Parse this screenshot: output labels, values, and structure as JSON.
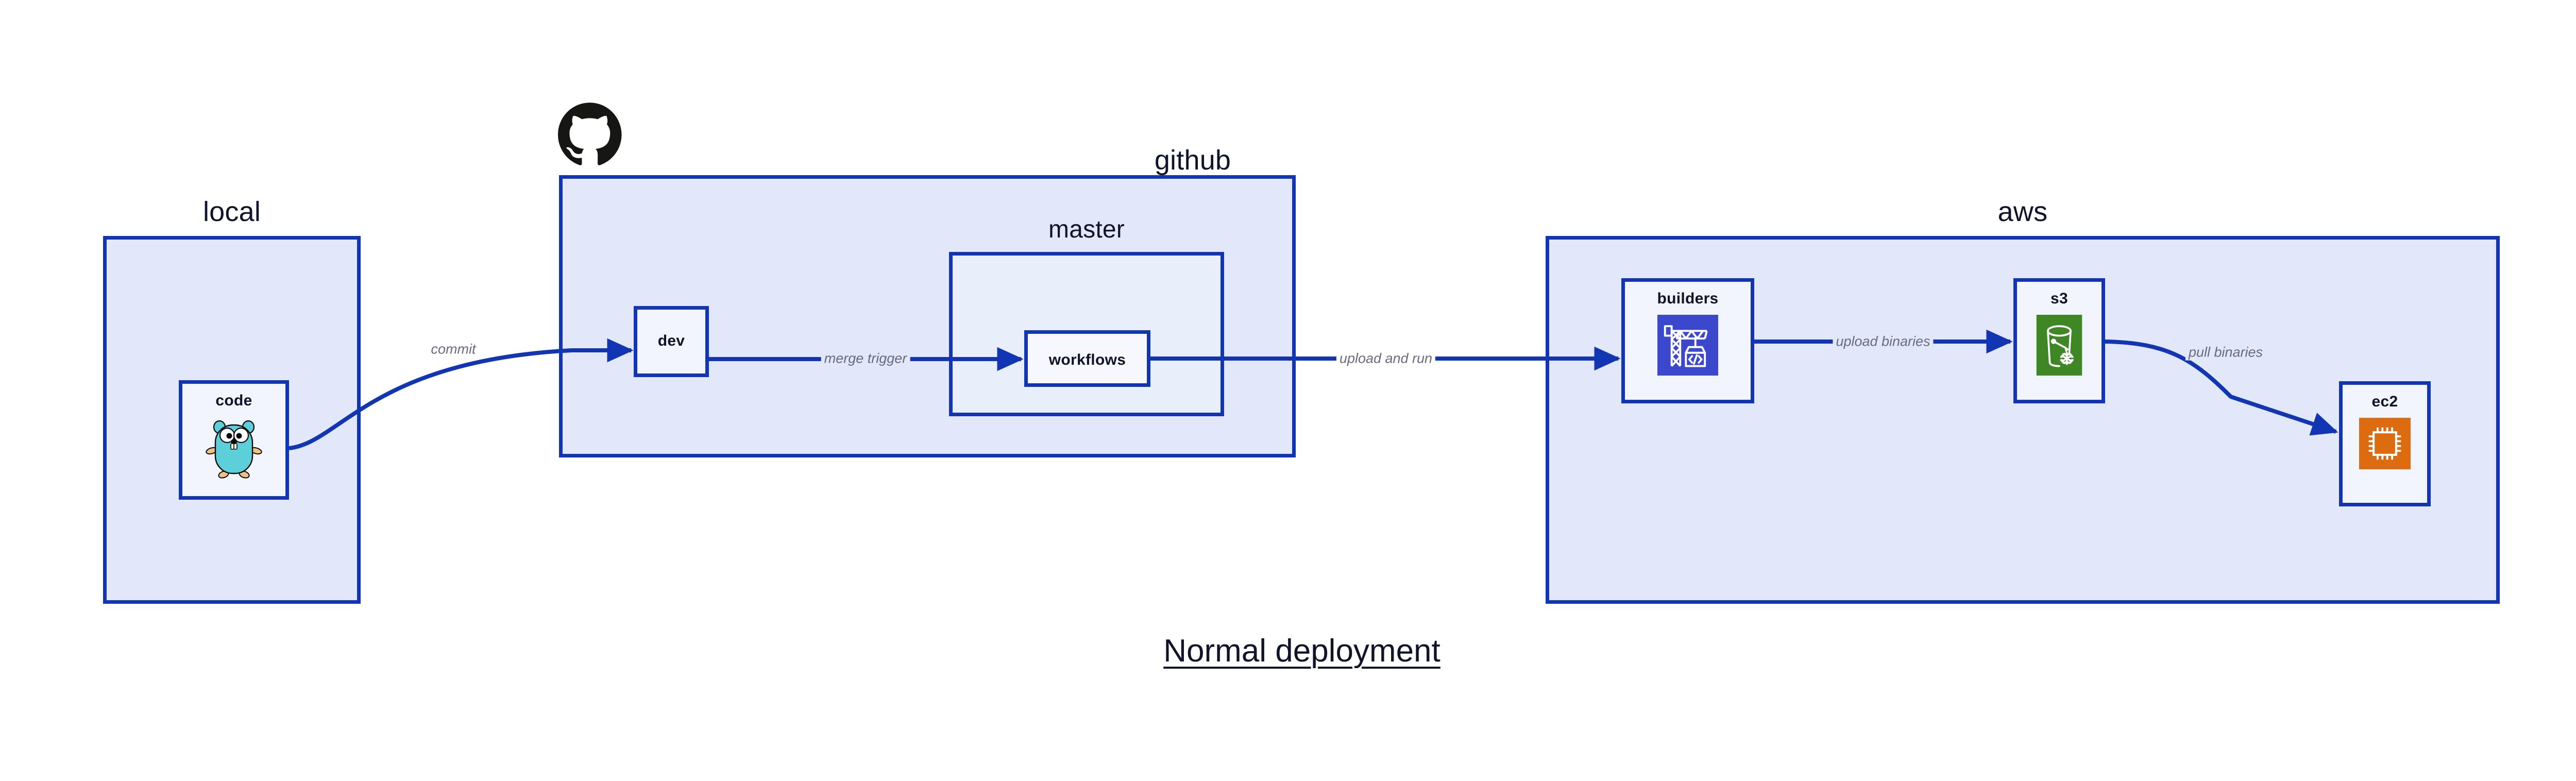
{
  "caption": "Normal deployment",
  "colors": {
    "group_fill": "#e2e8f9",
    "group_stroke": "#1135b3",
    "node_fill": "#f2f5fd",
    "edge_stroke": "#1135b3",
    "edge_label": "#666c7e",
    "text": "#10142b",
    "builders_icon": "#3b47cc",
    "s3_icon": "#3f8624",
    "ec2_icon": "#dd6b10",
    "gopher_body": "#5ccfd8",
    "octocat": "#161614"
  },
  "groups": [
    {
      "id": "local",
      "label": "local"
    },
    {
      "id": "github",
      "label": "github"
    },
    {
      "id": "aws",
      "label": "aws"
    }
  ],
  "subgroups": [
    {
      "id": "master",
      "label": "master",
      "parent": "github"
    }
  ],
  "nodes": [
    {
      "id": "code",
      "label": "code",
      "icon": "go-gopher-icon",
      "parent": "local"
    },
    {
      "id": "dev",
      "label": "dev",
      "icon": "none",
      "parent": "github"
    },
    {
      "id": "workflows",
      "label": "workflows",
      "icon": "none",
      "parent": "master"
    },
    {
      "id": "builders",
      "label": "builders",
      "icon": "crane-code-icon",
      "parent": "aws"
    },
    {
      "id": "s3",
      "label": "s3",
      "icon": "s3-bucket-icon",
      "parent": "aws"
    },
    {
      "id": "ec2",
      "label": "ec2",
      "icon": "cpu-chip-icon",
      "parent": "aws"
    }
  ],
  "edges": [
    {
      "id": "commit",
      "from": "code",
      "to": "dev",
      "label": "commit"
    },
    {
      "id": "merge-trigger",
      "from": "dev",
      "to": "workflows",
      "label": "merge trigger"
    },
    {
      "id": "upload-and-run",
      "from": "workflows",
      "to": "builders",
      "label": "upload and run"
    },
    {
      "id": "upload-binaries",
      "from": "builders",
      "to": "s3",
      "label": "upload binaries"
    },
    {
      "id": "pull-binaries",
      "from": "s3",
      "to": "ec2",
      "label": "pull binaries"
    }
  ],
  "icons": {
    "octocat": "github-octocat-logo"
  }
}
